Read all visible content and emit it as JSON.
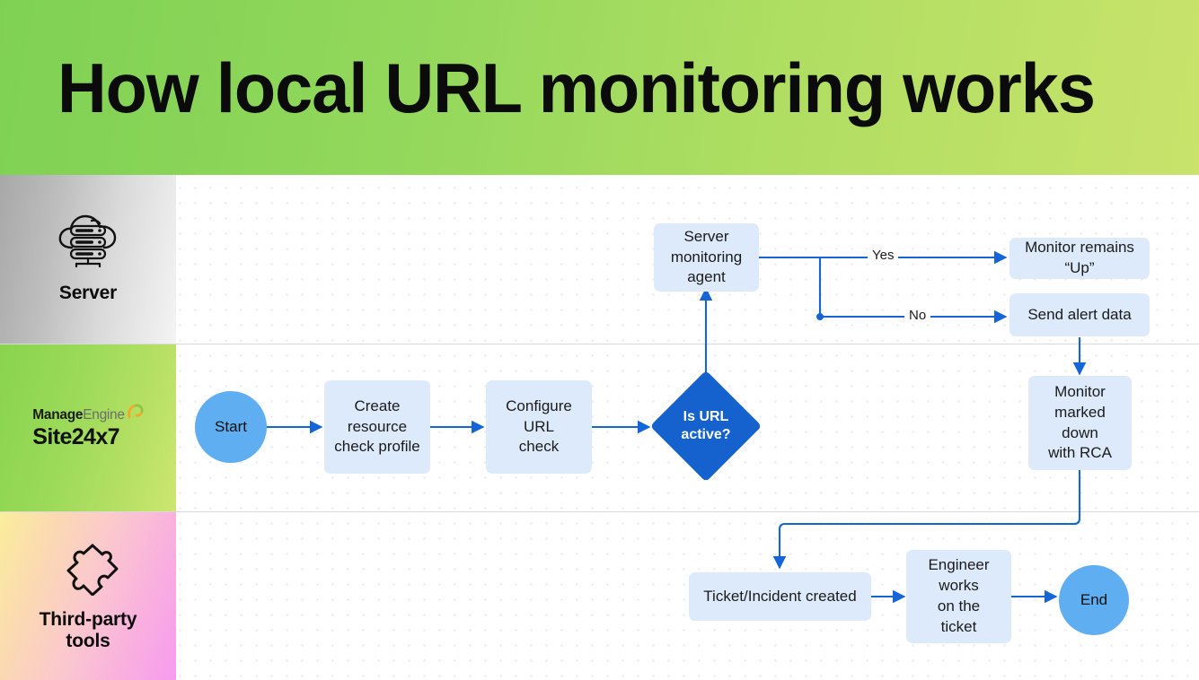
{
  "banner": {
    "title": "How local URL monitoring works"
  },
  "lanes": [
    {
      "id": "server",
      "label": "Server",
      "icon": "cloud-server-icon",
      "gradient_from": "#a8a8a8",
      "gradient_to": "#f4f4f4"
    },
    {
      "id": "site24x7",
      "label": "",
      "icon": "manageengine-site24x7-logo",
      "logo": {
        "manage": "Manage",
        "engine": "Engine",
        "product": "Site24x7"
      },
      "gradient_from": "#89D44F",
      "gradient_to": "#CDE771"
    },
    {
      "id": "third-party",
      "label": "Third-party tools",
      "label_line1": "Third-party",
      "label_line2": "tools",
      "icon": "puzzle-pieces-icon",
      "gradient_from": "#FAEE9B",
      "gradient_to": "#F79BF0"
    }
  ],
  "colors": {
    "box_fill": "#DCEAFB",
    "circle_fill": "#5FAEF2",
    "diamond_fill": "#1562CE",
    "connector": "#1565D8",
    "lane_divider": "#d9d9d9",
    "dot_grid": "#e9e7e6",
    "banner_green_start": "#7FD154",
    "banner_green_end": "#C9E36B"
  },
  "nodes": {
    "start": {
      "label": "Start",
      "shape": "circle",
      "lane": "site24x7"
    },
    "create_profile": {
      "label": "Create resource check profile",
      "line1": "Create",
      "line2": "resource",
      "line3": "check profile",
      "shape": "box",
      "lane": "site24x7"
    },
    "configure_url": {
      "label": "Configure URL check",
      "line1": "Configure URL",
      "line2": "check",
      "shape": "box",
      "lane": "site24x7"
    },
    "decision": {
      "label": "Is URL active?",
      "line1": "Is URL",
      "line2": "active?",
      "shape": "diamond",
      "lane": "site24x7"
    },
    "agent": {
      "label": "Server monitoring agent",
      "line1": "Server",
      "line2": "monitoring",
      "line3": "agent",
      "shape": "box",
      "lane": "server"
    },
    "monitor_up": {
      "label": "Monitor remains “Up”",
      "shape": "box",
      "lane": "server"
    },
    "send_alert": {
      "label": "Send alert data",
      "shape": "box",
      "lane": "server"
    },
    "monitor_down": {
      "label": "Monitor marked down with RCA",
      "line1": "Monitor",
      "line2": "marked down",
      "line3": "with RCA",
      "shape": "box",
      "lane": "site24x7"
    },
    "ticket": {
      "label": "Ticket/Incident created",
      "shape": "box",
      "lane": "third-party"
    },
    "engineer": {
      "label": "Engineer works on the ticket",
      "line1": "Engineer works",
      "line2": "on the",
      "line3": "ticket",
      "shape": "box",
      "lane": "third-party"
    },
    "end": {
      "label": "End",
      "shape": "circle",
      "lane": "third-party"
    }
  },
  "edge_labels": {
    "yes": "Yes",
    "no": "No"
  },
  "chart_data": {
    "type": "diagram",
    "title": "How local URL monitoring works",
    "swimlanes": [
      "Server",
      "Site24x7",
      "Third-party tools"
    ],
    "nodes": [
      {
        "id": "start",
        "text": "Start",
        "shape": "circle",
        "lane": "Site24x7"
      },
      {
        "id": "create_profile",
        "text": "Create resource check profile",
        "shape": "rect",
        "lane": "Site24x7"
      },
      {
        "id": "configure_url",
        "text": "Configure URL check",
        "shape": "rect",
        "lane": "Site24x7"
      },
      {
        "id": "decision",
        "text": "Is URL active?",
        "shape": "diamond",
        "lane": "Site24x7"
      },
      {
        "id": "agent",
        "text": "Server monitoring agent",
        "shape": "rect",
        "lane": "Server"
      },
      {
        "id": "monitor_up",
        "text": "Monitor remains “Up”",
        "shape": "rect",
        "lane": "Server"
      },
      {
        "id": "send_alert",
        "text": "Send alert data",
        "shape": "rect",
        "lane": "Server"
      },
      {
        "id": "monitor_down",
        "text": "Monitor marked down with RCA",
        "shape": "rect",
        "lane": "Site24x7"
      },
      {
        "id": "ticket",
        "text": "Ticket/Incident created",
        "shape": "rect",
        "lane": "Third-party tools"
      },
      {
        "id": "engineer",
        "text": "Engineer works on the ticket",
        "shape": "rect",
        "lane": "Third-party tools"
      },
      {
        "id": "end",
        "text": "End",
        "shape": "circle",
        "lane": "Third-party tools"
      }
    ],
    "edges": [
      {
        "from": "start",
        "to": "create_profile",
        "label": ""
      },
      {
        "from": "create_profile",
        "to": "configure_url",
        "label": ""
      },
      {
        "from": "configure_url",
        "to": "decision",
        "label": ""
      },
      {
        "from": "decision",
        "to": "agent",
        "label": ""
      },
      {
        "from": "agent",
        "to": "monitor_up",
        "label": "Yes"
      },
      {
        "from": "agent",
        "to": "send_alert",
        "label": "No"
      },
      {
        "from": "send_alert",
        "to": "monitor_down",
        "label": ""
      },
      {
        "from": "monitor_down",
        "to": "ticket",
        "label": ""
      },
      {
        "from": "ticket",
        "to": "engineer",
        "label": ""
      },
      {
        "from": "engineer",
        "to": "end",
        "label": ""
      }
    ]
  }
}
